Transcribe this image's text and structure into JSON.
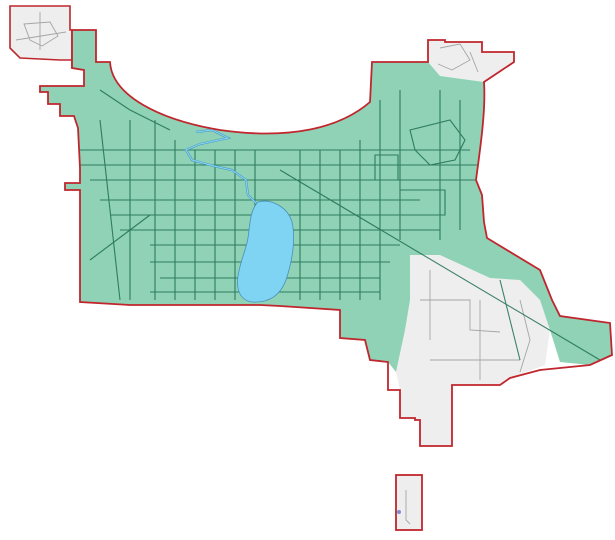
{
  "map": {
    "colors": {
      "background": "#ffffff",
      "service_area_fill": "#8fd2b6",
      "service_area_stroke": "#1f6e4f",
      "boundary_stroke": "#c0262d",
      "outside_fill": "#eeeeee",
      "outside_road": "#a5a5a5",
      "water_fill": "#7fd4f4",
      "water_stroke": "#4b8fb8"
    },
    "layers": [
      "city-boundary",
      "service-area",
      "street-network",
      "lake",
      "river"
    ],
    "labels": []
  }
}
